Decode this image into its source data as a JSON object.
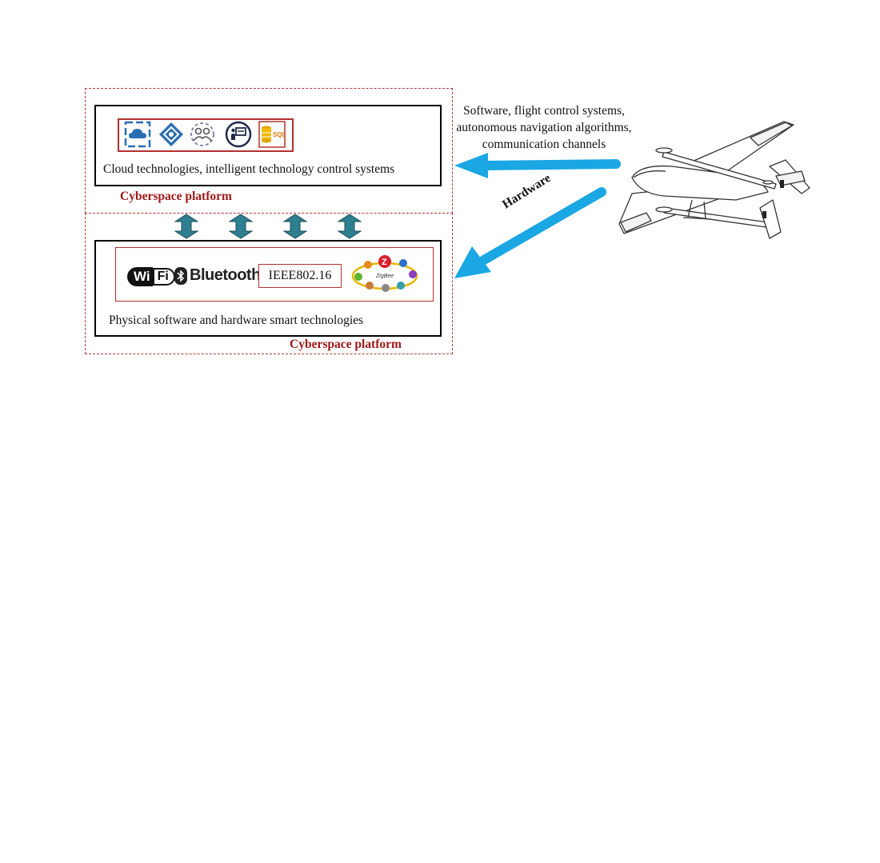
{
  "top_platform": {
    "caption": "Cloud technologies, intelligent technology control systems",
    "label": "Cyberspace platform",
    "icons": [
      "cloud-network-icon",
      "diamond-directions-icon",
      "people-circle-icon",
      "presentation-board-icon",
      "sql-database-icon"
    ],
    "sql_text": "SQL"
  },
  "bottom_platform": {
    "caption": "Physical software and hardware smart technologies",
    "label": "Cyberspace platform",
    "wifi_w": "Wi",
    "wifi_f": "Fi",
    "bluetooth_text": "Bluetooth",
    "ieee_text": "IEEE802.16",
    "zigbee_text": "ZigBee"
  },
  "links_between_platforms": 4,
  "software_annotation": {
    "lines": [
      "Software, flight control systems,",
      "autonomous navigation algorithms,",
      "communication channels"
    ]
  },
  "hardware_annotation": "Hardware",
  "colors": {
    "dashed_border": "#b03a3a",
    "platform_label": "#a01818",
    "arrow_blue": "#1aa7e4",
    "connector_teal": "#2e7f8f"
  }
}
